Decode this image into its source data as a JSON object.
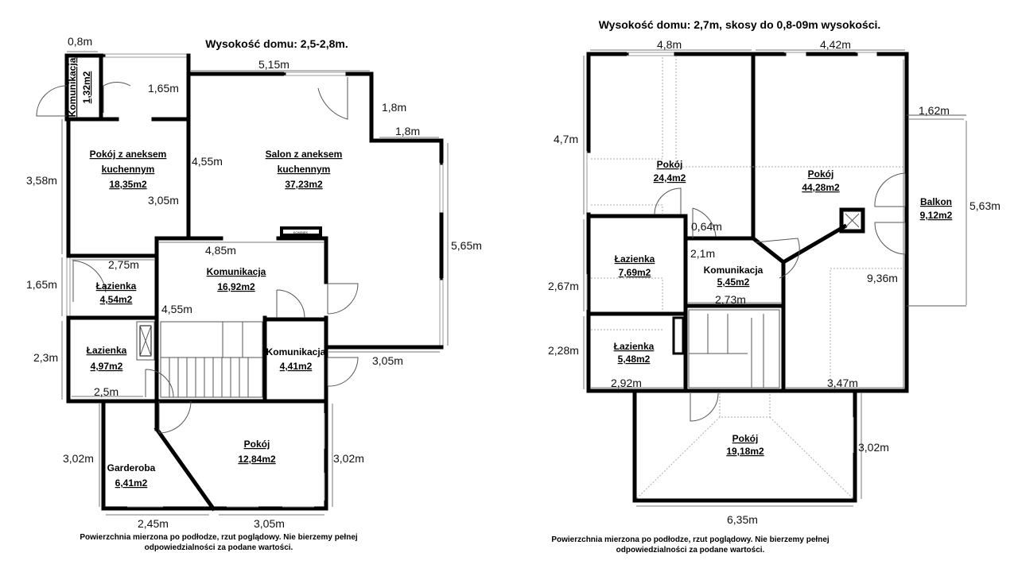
{
  "ground_floor": {
    "title": "Wysokość domu: 2,5-2,8m.",
    "rooms": [
      {
        "name": "Komunikacja",
        "area": "1,32m2"
      },
      {
        "name1": "Pokój z aneksem",
        "name2": "kuchennym",
        "area": "18,35m2"
      },
      {
        "name1": "Salon z aneksem",
        "name2": "kuchennym",
        "area": "37,23m2"
      },
      {
        "name": "Komunikacja",
        "area": "16,92m2"
      },
      {
        "name": "Łazienka",
        "area": "4,54m2"
      },
      {
        "name": "Łazienka",
        "area": "4,97m2"
      },
      {
        "name": "Komunikacja",
        "area": "4,41m2"
      },
      {
        "name": "Garderoba",
        "area": "6,41m2"
      },
      {
        "name": "Pokój",
        "area": "12,84m2"
      }
    ],
    "fireplace_label": "KOMINEK",
    "dimensions": [
      "0,8m",
      "5,15m",
      "1,65m",
      "1,8m",
      "1,8m",
      "3,58m",
      "4,55m",
      "3,05m",
      "5,65m",
      "4,85m",
      "2,75m",
      "1,65m",
      "4,55m",
      "2,3m",
      "2,5m",
      "3,05m",
      "3,02m",
      "3,02m",
      "2,45m",
      "3,05m"
    ],
    "note_line1": "Powierzchnia mierzona po podłodze, rzut poglądowy. Nie bierzemy pełnej",
    "note_line2": "odpowiedzialności za podane wartości."
  },
  "upper_floor": {
    "title": "Wysokość domu: 2,7m, skosy do 0,8-09m wysokości.",
    "rooms": [
      {
        "name": "Pokój",
        "area": "24,4m2"
      },
      {
        "name": "Pokój",
        "area": "44,28m2"
      },
      {
        "name": "Balkon",
        "area": "9,12m2"
      },
      {
        "name": "Łazienka",
        "area": "7,69m2"
      },
      {
        "name": "Komunikacja",
        "area": "5,45m2"
      },
      {
        "name": "Łazienka",
        "area": "5,48m2"
      },
      {
        "name": "Pokój",
        "area": "19,18m2"
      }
    ],
    "dimensions": [
      "4,8m",
      "4,42m",
      "1,62m",
      "4,7m",
      "5,63m",
      "0,64m",
      "2,1m",
      "2,67m",
      "9,36m",
      "2,73m",
      "2,28m",
      "2,92m",
      "3,47m",
      "3,02m",
      "6,35m"
    ],
    "note_line1": "Powierzchnia mierzona po podłodze, rzut poglądowy. Nie bierzemy pełnej",
    "note_line2": "odpowiedzialności za podane wartości."
  }
}
